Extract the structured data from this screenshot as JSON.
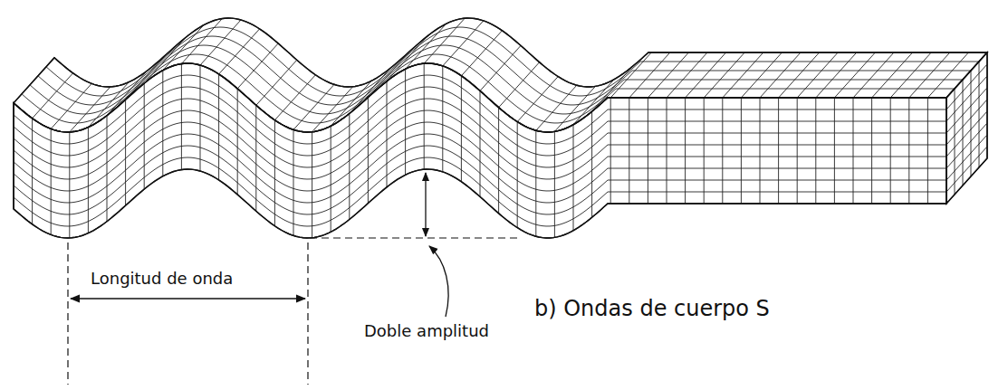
{
  "diagram": {
    "caption": "b) Ondas de cuerpo S",
    "labels": [
      "Longitud de onda",
      "Doble amplitud"
    ]
  }
}
